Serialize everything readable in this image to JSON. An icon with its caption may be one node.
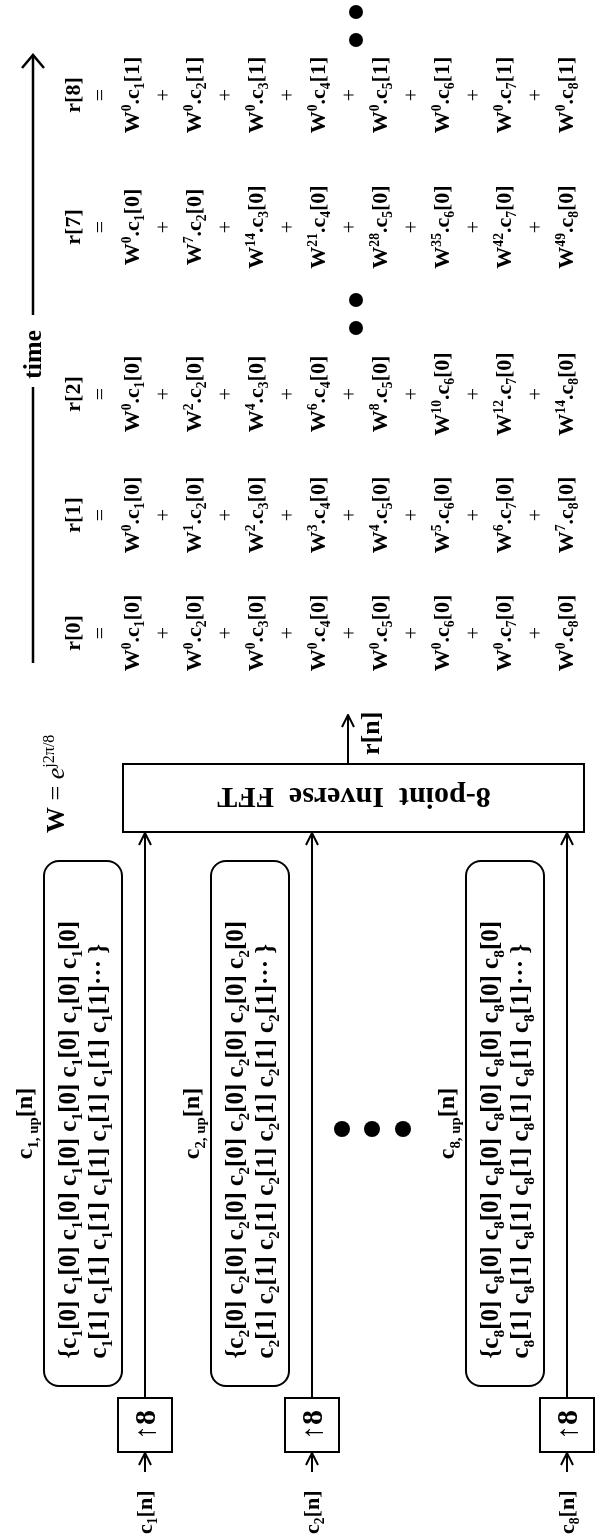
{
  "diagram": {
    "nodes": [
      {
        "text": [
          "c$_{1}$[n]"
        ]
      },
      {
        "text": [
          "↑8"
        ]
      },
      {
        "text": [
          "c$_{1, up}$[n]",
          "{c$_{1}$[0] c$_{1}$[0] c$_{1}$[0] c$_{1}$[0] c$_{1}$[0] c$_{1}$[0] c$_{1}$[0] c$_{1}$[0] c$_{1}$[1] c$_{1}$[1] c$_{1}$[1] c$_{1}$[1] c$_{1}$[1] c$_{1}$[1] c$_{1}$[1]··· }"
        ]
      },
      {
        "text": [
          "c$_{2}$[n]"
        ]
      },
      {
        "text": [
          "↑8"
        ]
      },
      {
        "text": [
          "c$_{2, up}$[n]",
          "{c$_{2}$[0] c$_{2}$[0] c$_{2}$[0] c$_{2}$[0] c$_{2}$[0] c$_{2}$[0] c$_{2}$[0] c$_{2}$[0] c$_{2}$[1] c$_{2}$[1] c$_{2}$[1] c$_{2}$[1] c$_{2}$[1] c$_{2}$[1] c$_{2}$[1]··· }"
        ]
      },
      {
        "text": [
          "c$_{8}$[n]"
        ]
      },
      {
        "text": [
          "↑8"
        ]
      },
      {
        "text": [
          "c$_{8, up}$[n]",
          "{c$_{8}$[0] c$_{8}$[0] c$_{8}$[0] c$_{8}$[0] c$_{8}$[0] c$_{8}$[0] c$_{8}$[0] c$_{8}$[0] c$_{8}$[1] c$_{8}$[1] c$_{8}$[1] c$_{8}$[1] c$_{8}$[1] c$_{8}$[1] c$_{8}$[1]··· }"
        ]
      },
      {
        "text": [
          "8-point  Inverse  FFT"
        ]
      }
    ],
    "edges": [
      {
        "from": 0,
        "to": 1,
        "arrow": "to"
      },
      {
        "from": 1,
        "to": 9,
        "arrow": "to"
      },
      {
        "from": 3,
        "to": 4,
        "arrow": "to"
      },
      {
        "from": 4,
        "to": 9,
        "arrow": "to"
      },
      {
        "from": 6,
        "to": 7,
        "arrow": "to"
      },
      {
        "from": 7,
        "to": 9,
        "arrow": "to"
      },
      {
        "from": 9,
        "to": null,
        "arrow": "to",
        "label": "r[n]"
      }
    ],
    "labels": [
      "**W** = *e*$^{j2π/8}$",
      "time",
      "r[0]",
      "r[1]",
      "r[2]",
      "r[7]",
      "r[8]",
      "=",
      "=",
      "=",
      "=",
      "=",
      "W$^{0}$.c$_{1}$[0]",
      "W$^{0}$.c$_{1}$[0]",
      "W$^{0}$.c$_{1}$[0]",
      "W$^{0}$.c$_{1}$[0]",
      "W$^{0}$.c$_{1}$[1]",
      "+",
      "+",
      "+",
      "+",
      "+",
      "W$^{0}$.c$_{2}$[0]",
      "W$^{1}$.c$_{2}$[0]",
      "W$^{2}$.c$_{2}$[0]",
      "W$^{7}$.c$_{2}$[0]",
      "W$^{0}$.c$_{2}$[1]",
      "+",
      "+",
      "+",
      "+",
      "+",
      "W$^{0}$.c$_{3}$[0]",
      "W$^{2}$.c$_{3}$[0]",
      "W$^{4}$.c$_{3}$[0]",
      "W$^{14}$.c$_{3}$[0]",
      "W$^{0}$.c$_{3}$[1]",
      "+",
      "+",
      "+",
      "+",
      "+",
      "W$^{0}$.c$_{4}$[0]",
      "W$^{3}$.c$_{4}$[0]",
      "W$^{6}$.c$_{4}$[0]",
      "W$^{21}$.c$_{4}$[0]",
      "W$^{0}$.c$_{4}$[1]",
      "+",
      "+",
      "+",
      "+",
      "+",
      "W$^{0}$.c$_{5}$[0]",
      "W$^{4}$.c$_{5}$[0]",
      "W$^{8}$.c$_{5}$[0]",
      "W$^{28}$.c$_{5}$[0]",
      "W$^{0}$.c$_{5}$[1]",
      "+",
      "+",
      "+",
      "+",
      "+",
      "W$^{0}$.c$_{6}$[0]",
      "W$^{5}$.c$_{6}$[0]",
      "W$^{10}$.c$_{6}$[0]",
      "W$^{35}$.c$_{6}$[0]",
      "W$^{0}$.c$_{6}$[1]",
      "+",
      "+",
      "+",
      "+",
      "+",
      "W$^{0}$.c$_{7}$[0]",
      "W$^{6}$.c$_{7}$[0]",
      "W$^{12}$.c$_{7}$[0]",
      "W$^{42}$.c$_{7}$[0]",
      "W$^{0}$.c$_{7}$[1]",
      "+",
      "+",
      "+",
      "+",
      "+",
      "W$^{0}$.c$_{8}$[0]",
      "W$^{7}$.c$_{8}$[0]",
      "W$^{14}$.c$_{8}$[0]",
      "W$^{49}$.c$_{8}$[0]",
      "W$^{0}$.c$_{8}$[1]"
    ]
  }
}
